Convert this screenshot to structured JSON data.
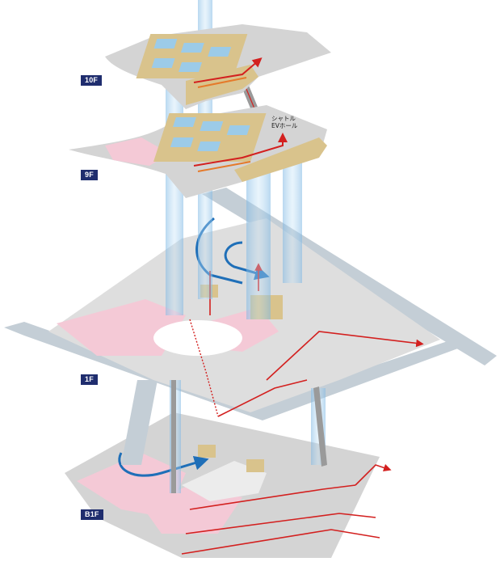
{
  "floors": [
    {
      "id": "10f",
      "label": "10F"
    },
    {
      "id": "9f",
      "label": "9F"
    },
    {
      "id": "1f",
      "label": "1F"
    },
    {
      "id": "b1f",
      "label": "B1F"
    }
  ],
  "callouts": {
    "shuttle_ev_line1": "シャトル",
    "shuttle_ev_line2": "EVホール"
  },
  "colors": {
    "route_red": "#d3201f",
    "route_blue": "#1f6fb8",
    "floor_tan": "#d9c38c",
    "floor_grey": "#c8c8c8",
    "pink_zone": "#f4c9d6",
    "glass_blue": "#9ccbe8",
    "road_grey": "#c4ced6",
    "label_navy": "#1f2d6e"
  }
}
